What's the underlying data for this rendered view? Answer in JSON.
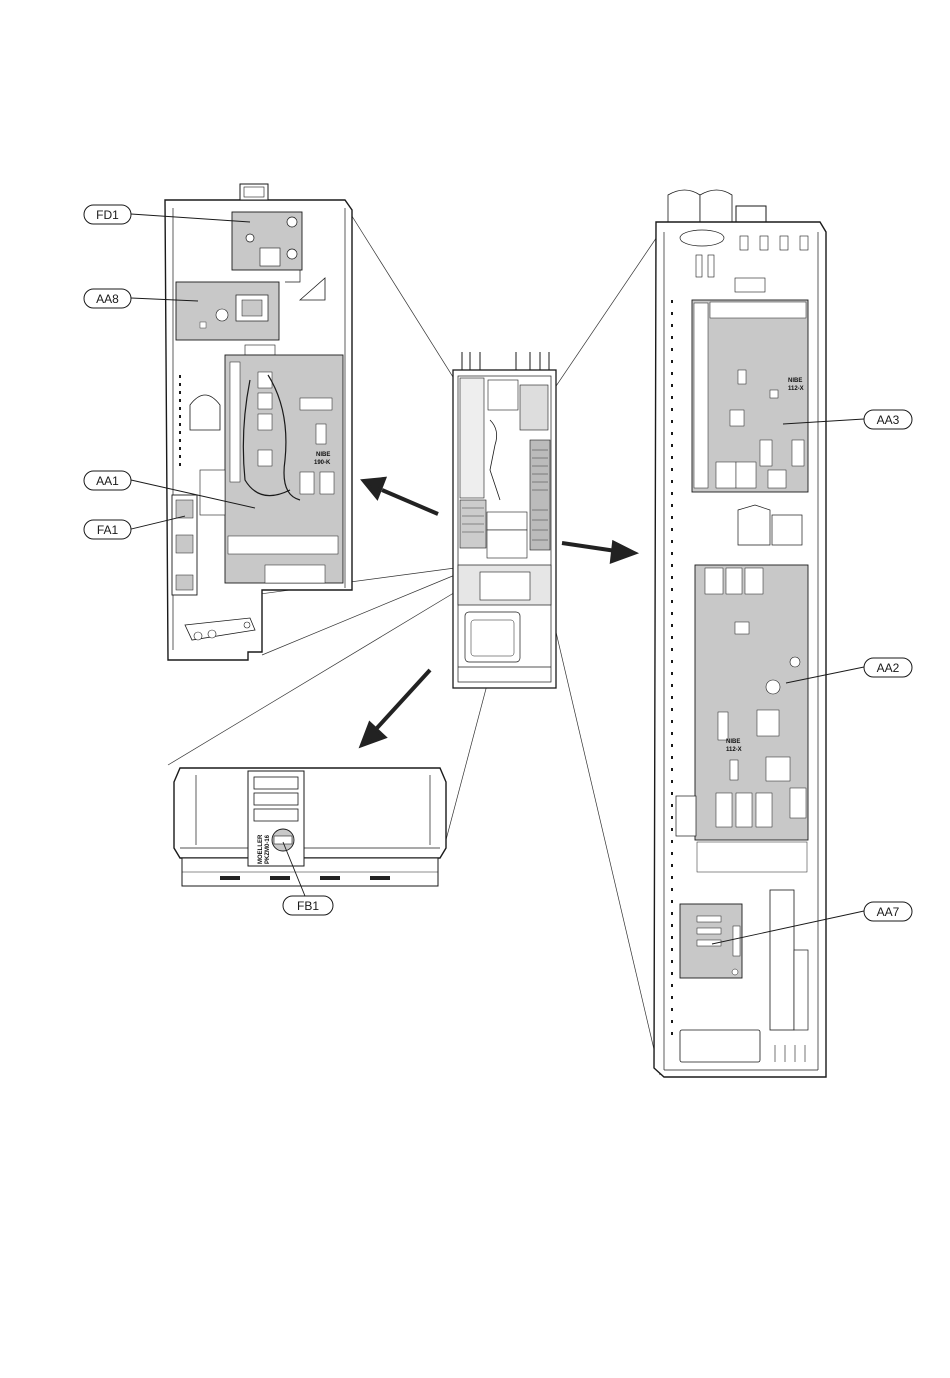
{
  "callouts": {
    "fd1": "FD1",
    "aa8": "AA8",
    "aa1": "AA1",
    "fa1": "FA1",
    "fb1": "FB1",
    "aa3": "AA3",
    "aa2": "AA2",
    "aa7": "AA7"
  },
  "board_markings": {
    "aa1_brand": "NIBE",
    "aa1_model": "190-K",
    "aa3_brand": "NIBE",
    "aa3_model": "112-X",
    "aa2_brand": "NIBE",
    "aa2_model": "112-X",
    "fb1_brand": "MOELLER",
    "fb1_model": "PKZM0-16"
  },
  "colors": {
    "line": "#1a1a1a",
    "board_fill": "#c8c8c8",
    "panel_fill": "#ffffff",
    "arrow": "#222222"
  }
}
